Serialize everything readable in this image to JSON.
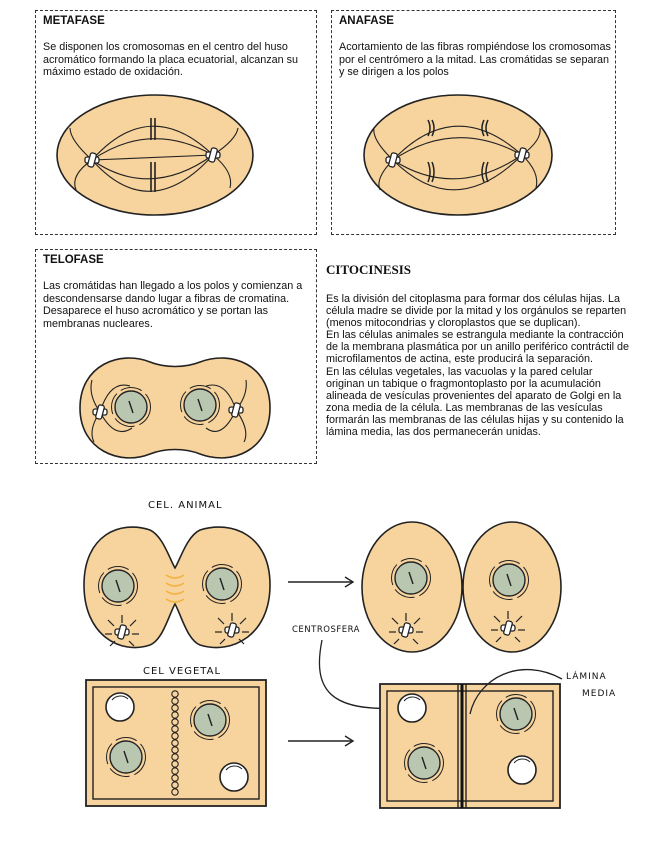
{
  "metafase": {
    "title": "METAFASE",
    "text": "Se disponen los cromosomas en el centro del huso acromático formando la placa ecuatorial, alcanzan su máximo estado de oxidación."
  },
  "anafase": {
    "title": "ANAFASE",
    "text": "Acortamiento de las fibras rompiéndose los cromosomas por el centrómero a la mitad. Las cromátidas se separan y se dirigen a los polos"
  },
  "telofase": {
    "title": "TELOFASE",
    "text": "Las cromátidas han llegado a los polos y comienzan a descondensarse dando lugar a fibras de cromatina. Desaparece el huso acromático y se portan las membranas nucleares."
  },
  "citocinesis": {
    "title": "CITOCINESIS",
    "paragraphs": [
      "Es la división del citoplasma para formar dos células hijas. La célula madre se divide por la mitad y los orgánulos se reparten (menos mitocondrias y cloroplastos que se duplican).",
      "En las células animales se estrangula mediante la contracción de la membrana plasmática por un anillo periférico contráctil de microfilamentos de actina, este producirá la separación.",
      "En las células vegetales, las vacuolas y la pared celular originan un tabique o fragmontoplasto por la acumulación alineada de vesículas provenientes del aparato de Golgi en la zona media de la célula. Las membranas de las vesículas formarán las membranas de las células hijas y su contenido la lámina media, las dos permanecerán unidas."
    ]
  },
  "labels": {
    "cel_animal": "CEL. ANIMAL",
    "cel_vegetal": "CEL VEGETAL",
    "centrosfera": "CENTROSFERA",
    "lamina": "LÁMINA",
    "media": "MEDIA"
  },
  "colors": {
    "cytoplasm": "#f7d39e",
    "nucleus": "#b9c7b1",
    "outline": "#222222",
    "constriction": "#f2b43c"
  }
}
